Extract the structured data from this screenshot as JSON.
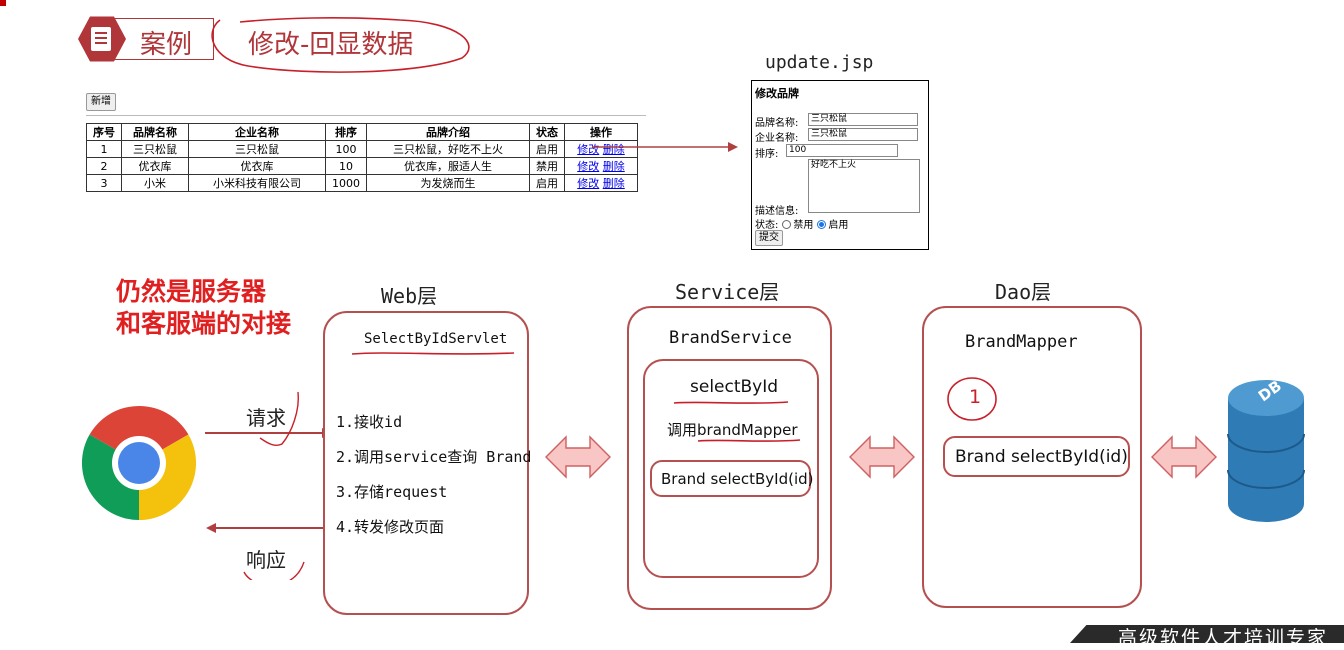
{
  "header": {
    "case_label": "案例",
    "title": "修改-回显数据"
  },
  "brand_table": {
    "add_button": "新增",
    "columns": [
      "序号",
      "品牌名称",
      "企业名称",
      "排序",
      "品牌介绍",
      "状态",
      "操作"
    ],
    "rows": [
      {
        "id": "1",
        "brand": "三只松鼠",
        "company": "三只松鼠",
        "order": "100",
        "desc": "三只松鼠，好吃不上火",
        "status": "启用"
      },
      {
        "id": "2",
        "brand": "优衣库",
        "company": "优衣库",
        "order": "10",
        "desc": "优衣库，服适人生",
        "status": "禁用"
      },
      {
        "id": "3",
        "brand": "小米",
        "company": "小米科技有限公司",
        "order": "1000",
        "desc": "为发烧而生",
        "status": "启用"
      }
    ],
    "edit_link": "修改",
    "delete_link": "删除"
  },
  "update_form": {
    "file_label": "update.jsp",
    "heading": "修改品牌",
    "brand_label": "品牌名称:",
    "brand_value": "三只松鼠",
    "company_label": "企业名称:",
    "company_value": "三只松鼠",
    "order_label": "排序:",
    "order_value": "100",
    "desc_value": "好吃不上火",
    "desc_label": "描述信息:",
    "status_label": "状态:",
    "status_off": "禁用",
    "status_on": "启用",
    "submit": "提交"
  },
  "note": {
    "line1": "仍然是服务器",
    "line2": "和客服端的对接"
  },
  "client": {
    "request": "请求",
    "response": "响应"
  },
  "web_layer": {
    "label": "Web层",
    "servlet": "SelectByIdServlet",
    "steps": [
      "1.接收id",
      "2.调用service查询 Brand",
      "3.存储request",
      "4.转发修改页面"
    ]
  },
  "service_layer": {
    "label": "Service层",
    "class_name": "BrandService",
    "method": "selectById",
    "call_prefix": "调用",
    "call_target": "brandMapper",
    "signature": "Brand selectById(id)"
  },
  "dao_layer": {
    "label": "Dao层",
    "class_name": "BrandMapper",
    "marker": "1",
    "signature": "Brand selectById(id)"
  },
  "database": {
    "label": "DB"
  },
  "footer": {
    "slogan": "高级软件人才培训专家"
  },
  "colors": {
    "accent": "#b0363a",
    "note_red": "#e02020",
    "arrow_fill": "#f9c6c6",
    "db_blue": "#2f7bb5"
  }
}
